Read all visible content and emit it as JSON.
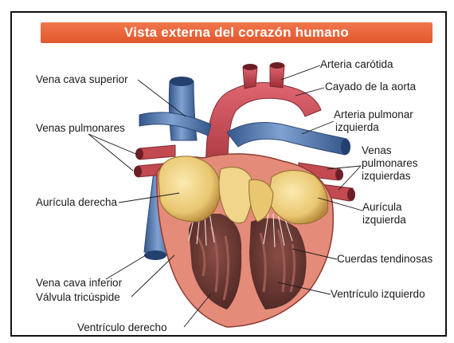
{
  "title": "Vista externa del corazón humano",
  "labels": {
    "arteria_carotida": "Arteria carótida",
    "cayado_aorta": "Cayado de la aorta",
    "arteria_pulmonar_1": "Arteria pulmonar",
    "arteria_pulmonar_2": "izquierda",
    "venas_izq_1": "Venas",
    "venas_izq_2": "pulmonares",
    "venas_izq_3": "izquierdas",
    "auricula_izq_1": "Aurícula",
    "auricula_izq_2": "izquierda",
    "cuerdas": "Cuerdas tendinosas",
    "ventriculo_izq": "Ventrículo izquierdo",
    "vena_cava_sup": "Vena cava superior",
    "venas_pulmonares": "Venas pulmonares",
    "auricula_der": "Aurícula derecha",
    "vena_cava_inf": "Vena cava inferior",
    "valvula_tricuspide": "Válvula tricúspide",
    "ventriculo_der": "Ventrículo derecho"
  },
  "colors": {
    "title_bar": "#e8603a",
    "artery_red": "#c9414a",
    "vein_blue": "#4f78b0",
    "heart_wall": "#e58b7a",
    "atrium_yellow": "#f0d58a",
    "ventricle_interior": "#6b3b36"
  }
}
